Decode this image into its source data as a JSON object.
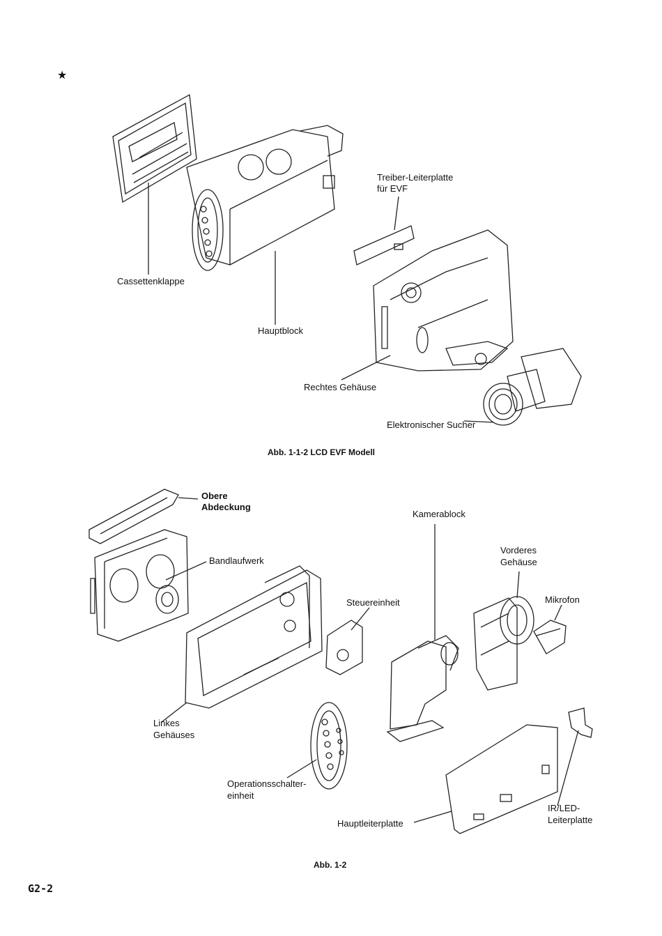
{
  "marker": "★",
  "figure1": {
    "labels": {
      "driver_board": "Treiber-Leiterplatte",
      "driver_board_2": "für EVF",
      "cassette_lid": "Cassettenklappe",
      "main_block": "Hauptblock",
      "right_housing": "Rechtes Gehäuse",
      "viewfinder": "Elektronischer Sucher"
    },
    "caption": "Abb. 1-1-2  LCD EVF Modell"
  },
  "figure2": {
    "labels": {
      "top_cover": "Obere",
      "top_cover_2": "Abdeckung",
      "tape_mechanism": "Bandlaufwerk",
      "camera_block": "Kamerablock",
      "front_housing": "Vorderes",
      "front_housing_2": "Gehäuse",
      "control_unit": "Steuereinheit",
      "microphone": "Mikrofon",
      "left_housing": "Linkes",
      "left_housing_2": "Gehäuses",
      "switch_unit": "Operationsschalter-",
      "switch_unit_2": "einheit",
      "main_board": "Hauptleiterplatte",
      "ir_led_board": "IR/LED-",
      "ir_led_board_2": "Leiterplatte"
    },
    "caption": "Abb. 1-2"
  },
  "page_number": "G2-2"
}
